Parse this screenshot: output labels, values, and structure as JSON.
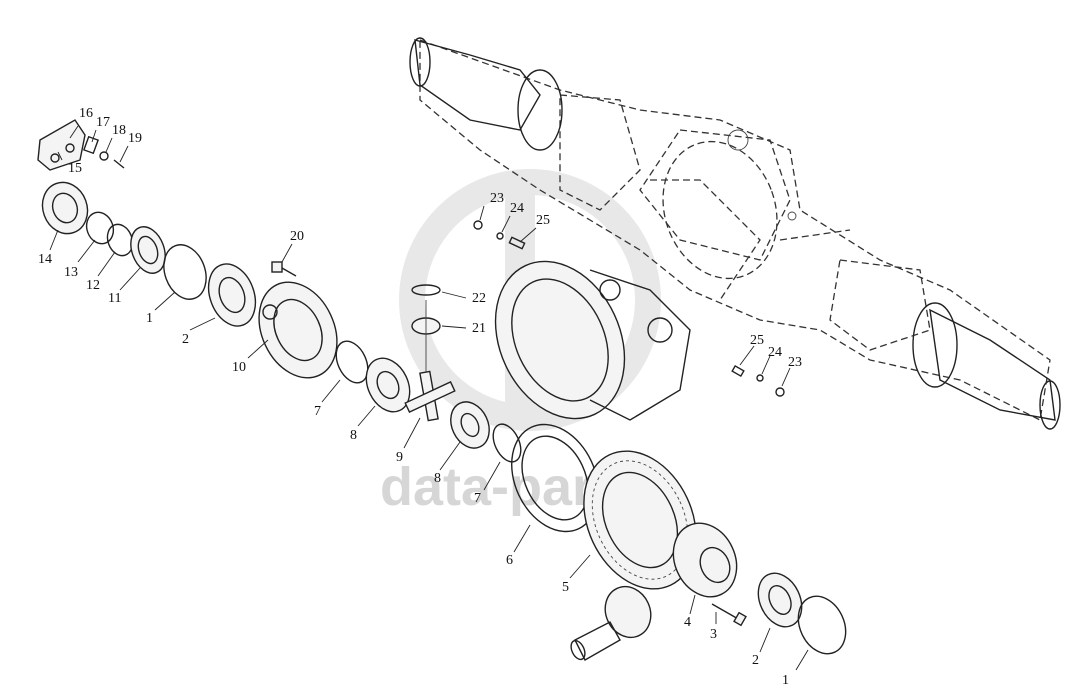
{
  "watermark": {
    "text": "data-parts",
    "color": "#c9c9c9"
  },
  "labels": [
    {
      "text": "16"
    },
    {
      "text": "17"
    },
    {
      "text": "18"
    },
    {
      "text": "19"
    },
    {
      "text": "15"
    },
    {
      "text": "14"
    },
    {
      "text": "13"
    },
    {
      "text": "12"
    },
    {
      "text": "11"
    },
    {
      "text": "1"
    },
    {
      "text": "2"
    },
    {
      "text": "20"
    },
    {
      "text": "10"
    },
    {
      "text": "7"
    },
    {
      "text": "8"
    },
    {
      "text": "9"
    },
    {
      "text": "8"
    },
    {
      "text": "7"
    },
    {
      "text": "6"
    },
    {
      "text": "5"
    },
    {
      "text": "4"
    },
    {
      "text": "3"
    },
    {
      "text": "2"
    },
    {
      "text": "1"
    },
    {
      "text": "23"
    },
    {
      "text": "24"
    },
    {
      "text": "25"
    },
    {
      "text": "22"
    },
    {
      "text": "21"
    },
    {
      "text": "25"
    },
    {
      "text": "24"
    },
    {
      "text": "23"
    }
  ]
}
